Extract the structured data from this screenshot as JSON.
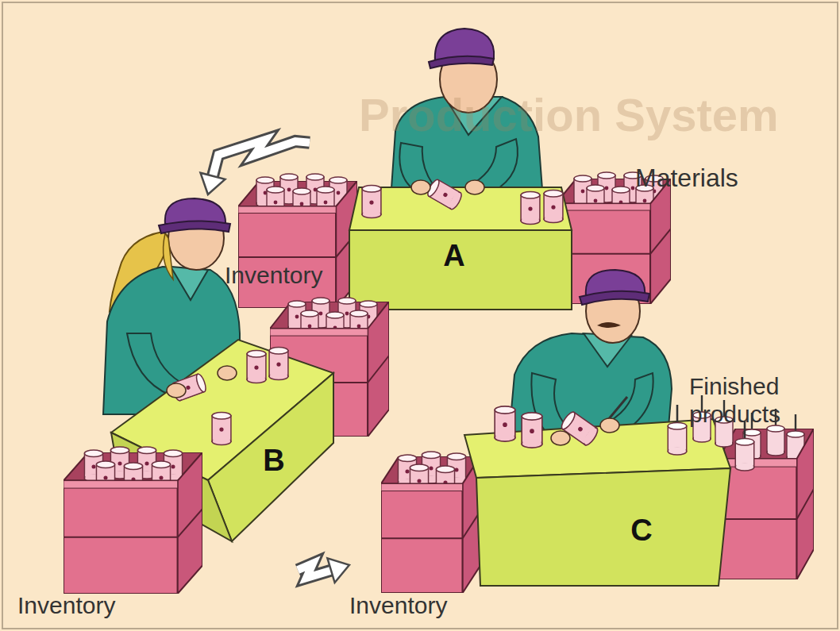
{
  "diagram": {
    "nodes": [
      {
        "text": [
          "A"
        ]
      },
      {
        "text": [
          "B"
        ]
      },
      {
        "text": [
          "C"
        ]
      }
    ],
    "edges": [
      {
        "from": 0,
        "to": 1,
        "arrow": "to"
      },
      {
        "from": 1,
        "to": 2,
        "arrow": "to"
      }
    ],
    "labels": [
      "Production System",
      "Materials",
      "Inventory",
      "Finished products",
      "Inventory",
      "Inventory"
    ]
  }
}
